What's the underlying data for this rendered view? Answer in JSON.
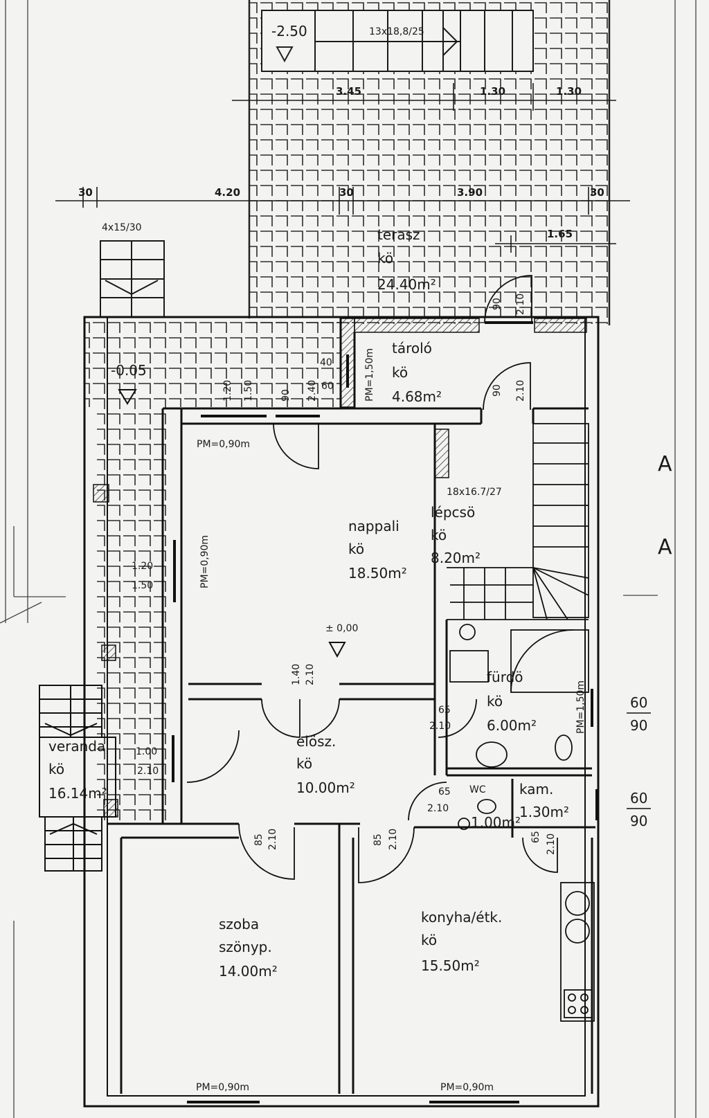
{
  "rooms": [
    {
      "name": "terasz",
      "floor": "kö",
      "area": "24.40m²"
    },
    {
      "name": "tároló",
      "floor": "kö",
      "area": "4.68m²"
    },
    {
      "name": "lépcsö",
      "floor": "kö",
      "area": "8.20m²"
    },
    {
      "name": "nappali",
      "floor": "kö",
      "area": "18.50m²"
    },
    {
      "name": "fürdö",
      "floor": "kö",
      "area": "6.00m²"
    },
    {
      "name": "elösz.",
      "floor": "kö",
      "area": "10.00m²"
    },
    {
      "name": "veranda",
      "floor": "kö",
      "area": "16.14m²"
    },
    {
      "name": "WC",
      "floor": "",
      "area": "1.00m²"
    },
    {
      "name": "kam.",
      "floor": "",
      "area": "1.30m²"
    },
    {
      "name": "szoba",
      "floor": "szönyp.",
      "area": "14.00m²"
    },
    {
      "name": "konyha/étk.",
      "floor": "kö",
      "area": "15.50m²"
    }
  ],
  "levels": {
    "entrance": "-0.05",
    "main": "± 0,00",
    "lower": "-2.50"
  },
  "stairs": {
    "outer": "13x18,8/25",
    "side": "4x15/30",
    "inner": "18x16.7/27"
  },
  "dimensions": {
    "d345": "3.45",
    "d130a": "1.30",
    "d130b": "1.30",
    "d30a": "30",
    "d420": "4.20",
    "d30b": "30",
    "d390": "3.90",
    "d30c": "30",
    "d165": "1.65"
  },
  "openings": {
    "pm_nappali_top": "PM=0,90m",
    "pm_nappali_side": "PM=0,90m",
    "pm_tarolo": "PM=1,50m",
    "pm_furdo": "PM=1,50m",
    "pm_szoba": "PM=0,90m",
    "pm_konyha": "PM=0,90m",
    "w120": "1.20",
    "w150": "1.50",
    "w90": "90",
    "w240": "2.40",
    "w40": "40",
    "w60": "60",
    "d90t": "90",
    "d210t": "2.10",
    "d90s": "90",
    "d210s": "2.10",
    "l120": "1.20",
    "l150": "1.50",
    "e140": "1.40",
    "e210": "2.10",
    "f65": "65",
    "f210": "2.10",
    "v100": "1.00",
    "v210": "2.10",
    "wc65": "65",
    "wc210": "2.10",
    "k65": "65",
    "k210": "2.10",
    "s85": "85",
    "s210": "2.10",
    "c85": "85",
    "c210": "2.10",
    "r60a": "60",
    "r90a": "90",
    "r60b": "60",
    "r90b": "90"
  },
  "section_marks": {
    "a": "A",
    "b": "A"
  }
}
